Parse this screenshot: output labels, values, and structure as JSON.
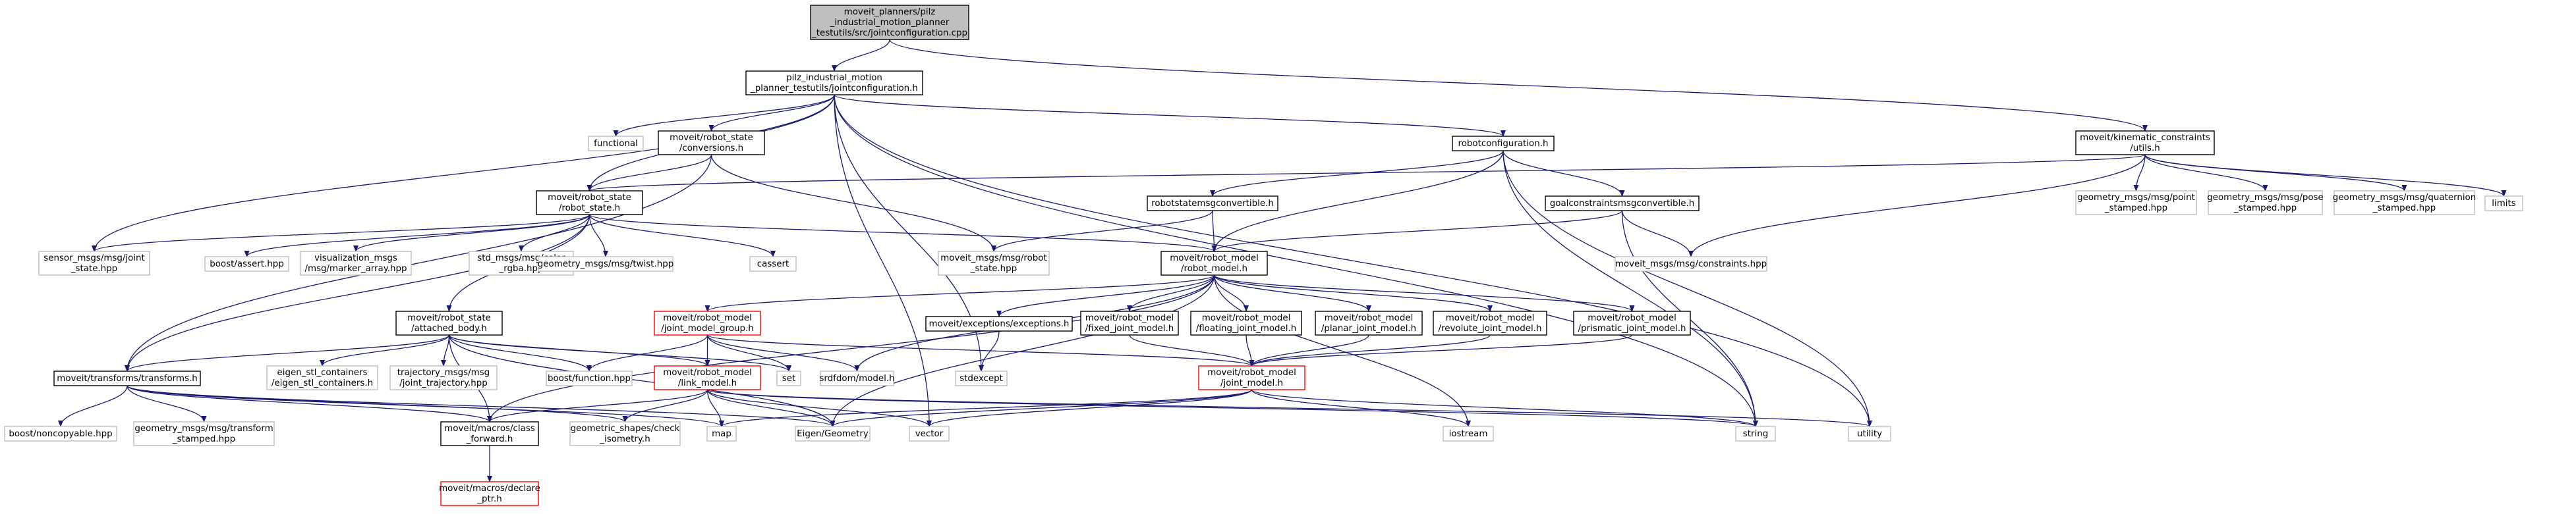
{
  "colors": {
    "edge": "#191970",
    "root_fill": "#bfbfbf",
    "root_border": "#000000",
    "documented_border": "#000000",
    "external_border": "#bfbfbf",
    "truncated_border": "#ff0000",
    "external_text": "#000000"
  },
  "nodes": [
    {
      "id": "root",
      "kind": "root",
      "lines": [
        "moveit_planners/pilz",
        "_industrial_motion_planner",
        "_testutils/src/jointconfiguration.cpp"
      ]
    },
    {
      "id": "jointconfiguration_h",
      "kind": "documented",
      "lines": [
        "pilz_industrial_motion",
        "_planner_testutils/jointconfiguration.h"
      ]
    },
    {
      "id": "kinematic_constraints_utils",
      "kind": "documented",
      "lines": [
        "moveit/kinematic_constraints",
        "/utils.h"
      ]
    },
    {
      "id": "functional",
      "kind": "external",
      "lines": [
        "functional"
      ]
    },
    {
      "id": "conversions",
      "kind": "documented",
      "lines": [
        "moveit/robot_state",
        "/conversions.h"
      ]
    },
    {
      "id": "robotconfiguration",
      "kind": "documented",
      "lines": [
        "robotconfiguration.h"
      ]
    },
    {
      "id": "robot_state",
      "kind": "documented",
      "lines": [
        "moveit/robot_state",
        "/robot_state.h"
      ]
    },
    {
      "id": "robotstatemsgconvertible",
      "kind": "documented",
      "lines": [
        "robotstatemsgconvertible.h"
      ]
    },
    {
      "id": "goalconstraintsmsgconvertible",
      "kind": "documented",
      "lines": [
        "goalconstraintsmsgconvertible.h"
      ]
    },
    {
      "id": "point_stamped",
      "kind": "external",
      "lines": [
        "geometry_msgs/msg/point",
        "_stamped.hpp"
      ]
    },
    {
      "id": "pose_stamped",
      "kind": "external",
      "lines": [
        "geometry_msgs/msg/pose",
        "_stamped.hpp"
      ]
    },
    {
      "id": "quaternion_stamped",
      "kind": "external",
      "lines": [
        "geometry_msgs/msg/quaternion",
        "_stamped.hpp"
      ]
    },
    {
      "id": "limits",
      "kind": "external",
      "lines": [
        "limits"
      ]
    },
    {
      "id": "joint_state",
      "kind": "external",
      "lines": [
        "sensor_msgs/msg/joint",
        "_state.hpp"
      ]
    },
    {
      "id": "boost_assert",
      "kind": "external",
      "lines": [
        "boost/assert.hpp"
      ]
    },
    {
      "id": "marker_array",
      "kind": "external",
      "lines": [
        "visualization_msgs",
        "/msg/marker_array.hpp"
      ]
    },
    {
      "id": "color_rgba",
      "kind": "external",
      "lines": [
        "std_msgs/msg/color",
        "_rgba.hpp"
      ]
    },
    {
      "id": "twist",
      "kind": "external",
      "lines": [
        "geometry_msgs/msg/twist.hpp"
      ]
    },
    {
      "id": "cassert",
      "kind": "external",
      "lines": [
        "cassert"
      ]
    },
    {
      "id": "robot_state_msg",
      "kind": "external",
      "lines": [
        "moveit_msgs/msg/robot",
        "_state.hpp"
      ]
    },
    {
      "id": "robot_model",
      "kind": "documented",
      "lines": [
        "moveit/robot_model",
        "/robot_model.h"
      ]
    },
    {
      "id": "constraints_msg",
      "kind": "external",
      "lines": [
        "moveit_msgs/msg/constraints.hpp"
      ]
    },
    {
      "id": "attached_body",
      "kind": "documented",
      "lines": [
        "moveit/robot_state",
        "/attached_body.h"
      ]
    },
    {
      "id": "joint_model_group",
      "kind": "truncated",
      "lines": [
        "moveit/robot_model",
        "/joint_model_group.h"
      ]
    },
    {
      "id": "exceptions",
      "kind": "documented",
      "lines": [
        "moveit/exceptions/exceptions.h"
      ]
    },
    {
      "id": "fixed_joint",
      "kind": "documented",
      "lines": [
        "moveit/robot_model",
        "/fixed_joint_model.h"
      ]
    },
    {
      "id": "floating_joint",
      "kind": "documented",
      "lines": [
        "moveit/robot_model",
        "/floating_joint_model.h"
      ]
    },
    {
      "id": "planar_joint",
      "kind": "documented",
      "lines": [
        "moveit/robot_model",
        "/planar_joint_model.h"
      ]
    },
    {
      "id": "revolute_joint",
      "kind": "documented",
      "lines": [
        "moveit/robot_model",
        "/revolute_joint_model.h"
      ]
    },
    {
      "id": "prismatic_joint",
      "kind": "documented",
      "lines": [
        "moveit/robot_model",
        "/prismatic_joint_model.h"
      ]
    },
    {
      "id": "transforms",
      "kind": "documented",
      "lines": [
        "moveit/transforms/transforms.h"
      ]
    },
    {
      "id": "eigen_stl",
      "kind": "external",
      "lines": [
        "eigen_stl_containers",
        "/eigen_stl_containers.h"
      ]
    },
    {
      "id": "joint_trajectory",
      "kind": "external",
      "lines": [
        "trajectory_msgs/msg",
        "/joint_trajectory.hpp"
      ]
    },
    {
      "id": "boost_function",
      "kind": "external",
      "lines": [
        "boost/function.hpp"
      ]
    },
    {
      "id": "set",
      "kind": "external",
      "lines": [
        "set"
      ]
    },
    {
      "id": "link_model",
      "kind": "truncated",
      "lines": [
        "moveit/robot_model",
        "/link_model.h"
      ]
    },
    {
      "id": "srdfdom",
      "kind": "external",
      "lines": [
        "srdfdom/model.h"
      ]
    },
    {
      "id": "stdexcept",
      "kind": "external",
      "lines": [
        "stdexcept"
      ]
    },
    {
      "id": "joint_model",
      "kind": "truncated",
      "lines": [
        "moveit/robot_model",
        "/joint_model.h"
      ]
    },
    {
      "id": "boost_noncopyable",
      "kind": "external",
      "lines": [
        "boost/noncopyable.hpp"
      ]
    },
    {
      "id": "transform_stamped",
      "kind": "external",
      "lines": [
        "geometry_msgs/msg/transform",
        "_stamped.hpp"
      ]
    },
    {
      "id": "class_forward",
      "kind": "documented",
      "lines": [
        "moveit/macros/class",
        "_forward.h"
      ]
    },
    {
      "id": "check_isometry",
      "kind": "external",
      "lines": [
        "geometric_shapes/check",
        "_isometry.h"
      ]
    },
    {
      "id": "map",
      "kind": "external",
      "lines": [
        "map"
      ]
    },
    {
      "id": "eigen_geometry",
      "kind": "external",
      "lines": [
        "Eigen/Geometry"
      ]
    },
    {
      "id": "vector",
      "kind": "external",
      "lines": [
        "vector"
      ]
    },
    {
      "id": "iostream",
      "kind": "external",
      "lines": [
        "iostream"
      ]
    },
    {
      "id": "string",
      "kind": "external",
      "lines": [
        "string"
      ]
    },
    {
      "id": "utility",
      "kind": "external",
      "lines": [
        "utility"
      ]
    },
    {
      "id": "declare_ptr",
      "kind": "truncated",
      "lines": [
        "moveit/macros/declare",
        "_ptr.h"
      ]
    }
  ],
  "edges": [
    [
      "root",
      "jointconfiguration_h"
    ],
    [
      "root",
      "kinematic_constraints_utils"
    ],
    [
      "jointconfiguration_h",
      "functional"
    ],
    [
      "jointconfiguration_h",
      "conversions"
    ],
    [
      "jointconfiguration_h",
      "robotconfiguration"
    ],
    [
      "jointconfiguration_h",
      "robot_state"
    ],
    [
      "jointconfiguration_h",
      "joint_state"
    ],
    [
      "jointconfiguration_h",
      "stdexcept"
    ],
    [
      "jointconfiguration_h",
      "vector"
    ],
    [
      "jointconfiguration_h",
      "string"
    ],
    [
      "jointconfiguration_h",
      "utility"
    ],
    [
      "conversions",
      "robot_state"
    ],
    [
      "conversions",
      "robot_state_msg"
    ],
    [
      "conversions",
      "transforms"
    ],
    [
      "robotconfiguration",
      "robotstatemsgconvertible"
    ],
    [
      "robotconfiguration",
      "goalconstraintsmsgconvertible"
    ],
    [
      "robotconfiguration",
      "robot_model"
    ],
    [
      "robotconfiguration",
      "string"
    ],
    [
      "robotconfiguration",
      "utility"
    ],
    [
      "kinematic_constraints_utils",
      "robot_state"
    ],
    [
      "kinematic_constraints_utils",
      "point_stamped"
    ],
    [
      "kinematic_constraints_utils",
      "pose_stamped"
    ],
    [
      "kinematic_constraints_utils",
      "quaternion_stamped"
    ],
    [
      "kinematic_constraints_utils",
      "limits"
    ],
    [
      "kinematic_constraints_utils",
      "constraints_msg"
    ],
    [
      "robot_state",
      "joint_state"
    ],
    [
      "robot_state",
      "boost_assert"
    ],
    [
      "robot_state",
      "marker_array"
    ],
    [
      "robot_state",
      "color_rgba"
    ],
    [
      "robot_state",
      "twist"
    ],
    [
      "robot_state",
      "cassert"
    ],
    [
      "robot_state",
      "robot_model"
    ],
    [
      "robot_state",
      "attached_body"
    ],
    [
      "robot_state",
      "transforms"
    ],
    [
      "robotstatemsgconvertible",
      "robot_state_msg"
    ],
    [
      "robotstatemsgconvertible",
      "robot_model"
    ],
    [
      "goalconstraintsmsgconvertible",
      "robot_model"
    ],
    [
      "goalconstraintsmsgconvertible",
      "constraints_msg"
    ],
    [
      "goalconstraintsmsgconvertible",
      "string"
    ],
    [
      "robot_model",
      "joint_model_group"
    ],
    [
      "robot_model",
      "exceptions"
    ],
    [
      "robot_model",
      "fixed_joint"
    ],
    [
      "robot_model",
      "floating_joint"
    ],
    [
      "robot_model",
      "planar_joint"
    ],
    [
      "robot_model",
      "revolute_joint"
    ],
    [
      "robot_model",
      "prismatic_joint"
    ],
    [
      "robot_model",
      "srdfdom"
    ],
    [
      "robot_model",
      "eigen_geometry"
    ],
    [
      "robot_model",
      "iostream"
    ],
    [
      "robot_model",
      "class_forward"
    ],
    [
      "attached_body",
      "transforms"
    ],
    [
      "attached_body",
      "eigen_stl"
    ],
    [
      "attached_body",
      "joint_trajectory"
    ],
    [
      "attached_body",
      "boost_function"
    ],
    [
      "attached_body",
      "set"
    ],
    [
      "attached_body",
      "link_model"
    ],
    [
      "attached_body",
      "class_forward"
    ],
    [
      "attached_body",
      "eigen_geometry"
    ],
    [
      "joint_model_group",
      "boost_function"
    ],
    [
      "joint_model_group",
      "link_model"
    ],
    [
      "joint_model_group",
      "set"
    ],
    [
      "joint_model_group",
      "srdfdom"
    ],
    [
      "joint_model_group",
      "joint_model"
    ],
    [
      "exceptions",
      "stdexcept"
    ],
    [
      "fixed_joint",
      "joint_model"
    ],
    [
      "floating_joint",
      "joint_model"
    ],
    [
      "planar_joint",
      "joint_model"
    ],
    [
      "revolute_joint",
      "joint_model"
    ],
    [
      "prismatic_joint",
      "joint_model"
    ],
    [
      "transforms",
      "boost_noncopyable"
    ],
    [
      "transforms",
      "transform_stamped"
    ],
    [
      "transforms",
      "class_forward"
    ],
    [
      "transforms",
      "check_isometry"
    ],
    [
      "transforms",
      "map"
    ],
    [
      "transforms",
      "eigen_geometry"
    ],
    [
      "link_model",
      "class_forward"
    ],
    [
      "link_model",
      "check_isometry"
    ],
    [
      "link_model",
      "map"
    ],
    [
      "link_model",
      "eigen_geometry"
    ],
    [
      "link_model",
      "vector"
    ],
    [
      "link_model",
      "string"
    ],
    [
      "link_model",
      "utility"
    ],
    [
      "joint_model",
      "map"
    ],
    [
      "joint_model",
      "eigen_geometry"
    ],
    [
      "joint_model",
      "vector"
    ],
    [
      "joint_model",
      "iostream"
    ],
    [
      "joint_model",
      "string"
    ],
    [
      "class_forward",
      "declare_ptr"
    ]
  ]
}
